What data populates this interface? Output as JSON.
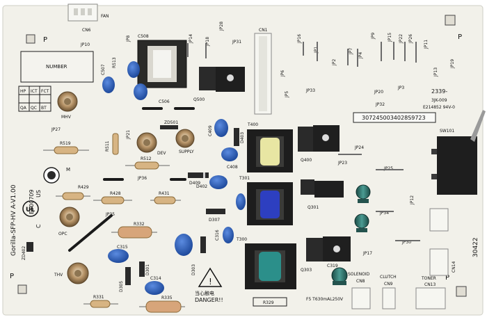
{
  "board": {
    "model": "Gorilla-SFP-HV A-V1.00",
    "serial": "3072450034028S9723",
    "number_label": "NUMBER",
    "danger": "DANGER!!",
    "cert_code": "E500709",
    "ul_mark": "E214852 94V-0",
    "lot": "2339-",
    "sub_code": "3JK-009",
    "side_code": "30422",
    "us_mark": "US",
    "c_mark": "C",
    "fuse_label": "F5 T630mAL250V",
    "hazard_text": "当心触电"
  },
  "grid_labels": {
    "hp": "HP",
    "ict": "ICT",
    "fct": "FCT",
    "qa": "QA",
    "qc": "QC",
    "bt": "BT"
  },
  "connectors": {
    "fan": "FAN",
    "cn6": "CN6",
    "cn1": "CN1",
    "cn8": "CN8",
    "cn9": "CN9",
    "cn13": "CN13",
    "cn14": "CN14",
    "solenoid": "SOLENOID",
    "clutch": "CLUTCH",
    "toner": "TONER"
  },
  "parts": {
    "t400": "T400",
    "t301": "T301",
    "t300": "T300",
    "q400": "Q400",
    "q301": "Q301",
    "q303": "Q303",
    "q500": "Q500",
    "sw101": "SW101",
    "c506": "C506",
    "c507": "C507",
    "c508": "C508",
    "r513": "R513",
    "r519": "R519",
    "r511": "R511",
    "r512": "R512",
    "r429": "R429",
    "r428": "R428",
    "r431": "R431",
    "r332": "R332",
    "r331": "R331",
    "r335": "R335",
    "r329": "R329",
    "d409": "D409",
    "d403": "D403",
    "d402": "D402",
    "c409": "C409",
    "c408": "C408",
    "c315": "C315",
    "c314": "C314",
    "c316": "C316",
    "c319": "C319",
    "zd501": "ZD501",
    "zd402": "ZD402",
    "d305": "D305",
    "d301": "D301",
    "d303": "D303",
    "d307": "D307",
    "dev": "DEV",
    "supply": "SUPPLY",
    "mhv": "MHV",
    "opc": "OPC",
    "thv": "THV",
    "m_label": "M",
    "p_label": "P"
  },
  "jumpers": {
    "jp10": "JP10",
    "jp8": "JP8",
    "jp14": "JP14",
    "jp18": "JP18",
    "jp28": "JP28",
    "jp31": "JP31",
    "jp16": "JP16",
    "jp1": "JP1",
    "jp2": "JP2",
    "jp6": "JP6",
    "jp5": "JP5",
    "jp33": "JP33",
    "jp32": "JP32",
    "jp7": "JP7",
    "jp4": "JP4",
    "jp9": "JP9",
    "jp15": "JP15",
    "jp22": "JP22",
    "jp26": "JP26",
    "jp11": "JP11",
    "jp19": "JP19",
    "jp20": "JP20",
    "jp3": "JP3",
    "jp13": "JP13",
    "jp27": "JP27",
    "jp21": "JP21",
    "jp36": "JP36",
    "jp35": "JP35",
    "jp24": "JP24",
    "jp23": "JP23",
    "jp25": "JP25",
    "jp12": "JP12",
    "jp34": "JP34",
    "jp17": "JP17",
    "jp30": "JP30"
  },
  "colors": {
    "board": "#f2f1ea",
    "silk": "#1c1c1c",
    "cap_blue": "#2f62b8",
    "res_tan": "#d7b483",
    "ferrite_yellow": "#e8e6a3",
    "ferrite_blue": "#2d3fc0",
    "ferrite_teal": "#2b8f8a",
    "transformer_black": "#1e1e1e",
    "electrolytic": "#2e6f6a",
    "heatsink": "#6a6a6a"
  }
}
